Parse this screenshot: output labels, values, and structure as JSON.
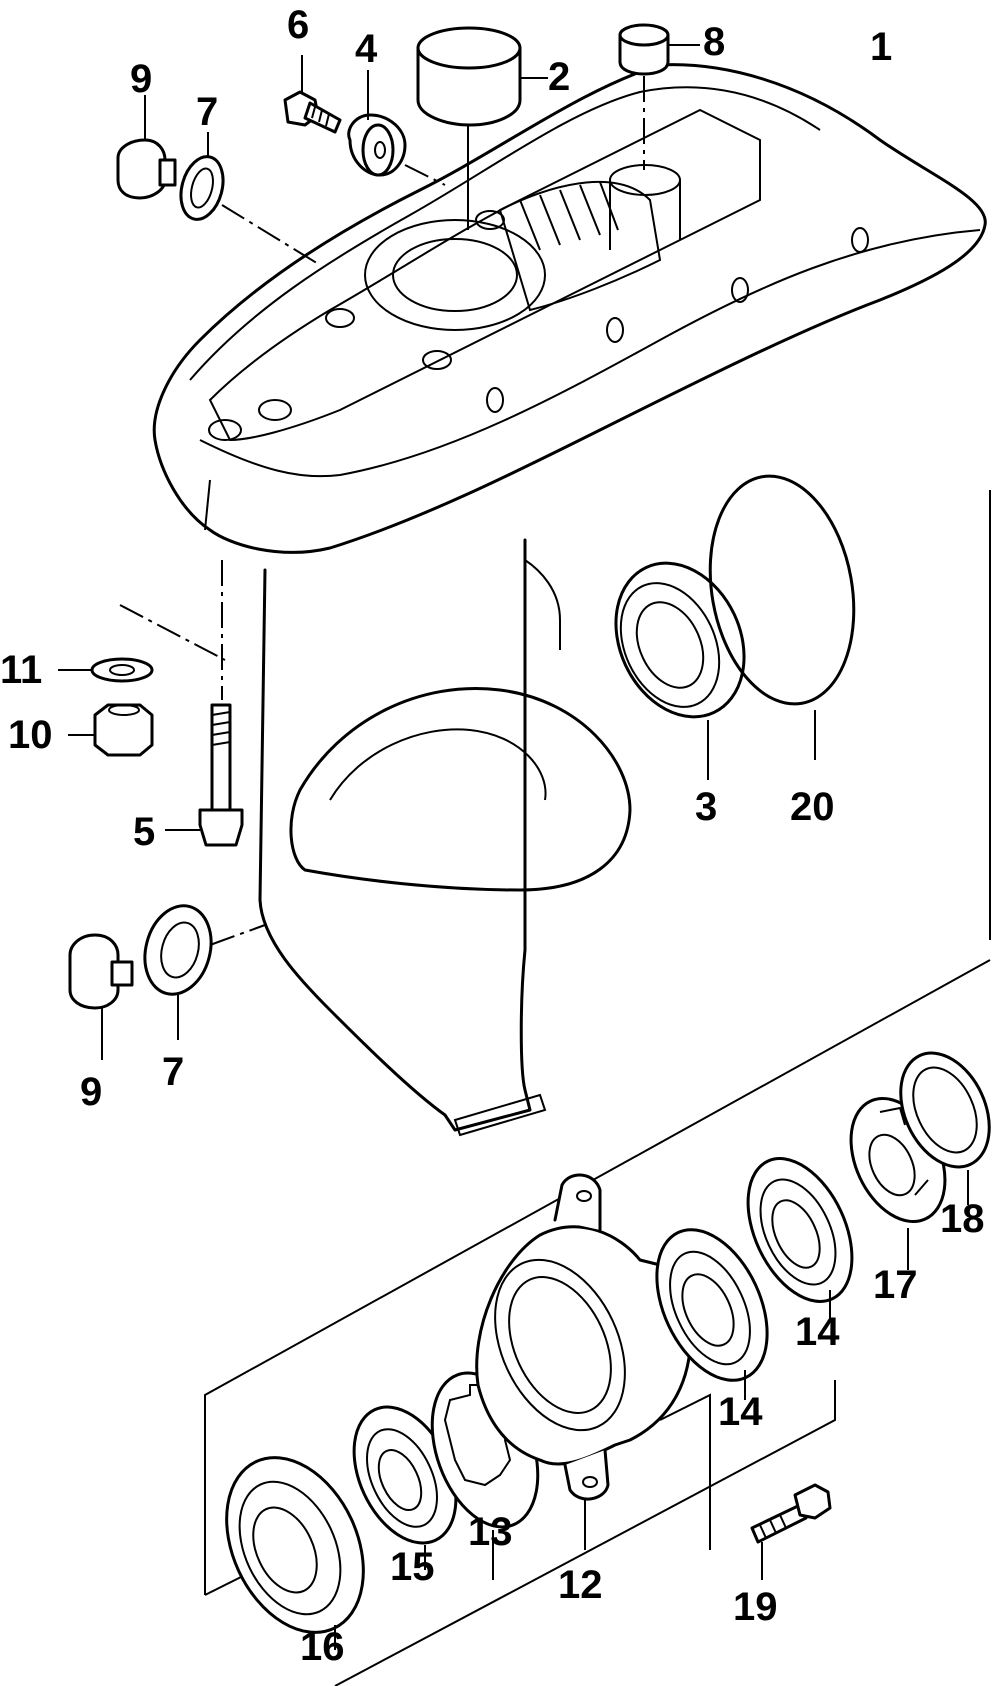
{
  "callouts": {
    "c1": "1",
    "c2": "2",
    "c3": "3",
    "c4": "4",
    "c5": "5",
    "c6": "6",
    "c7a": "7",
    "c7b": "7",
    "c8": "8",
    "c9a": "9",
    "c9b": "9",
    "c10": "10",
    "c11": "11",
    "c12": "12",
    "c13": "13",
    "c14a": "14",
    "c14b": "14",
    "c15": "15",
    "c16": "16",
    "c17": "17",
    "c18": "18",
    "c19": "19",
    "c20": "20"
  },
  "colors": {
    "line": "#000000",
    "background": "#ffffff"
  }
}
